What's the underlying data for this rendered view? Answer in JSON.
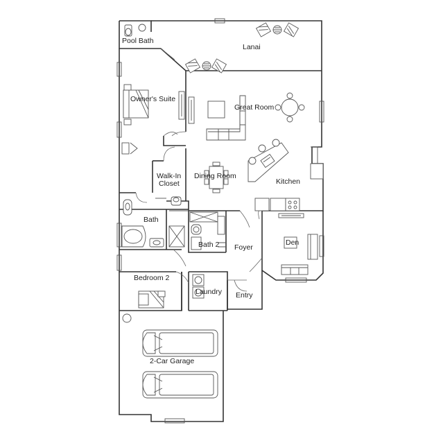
{
  "floorplan": {
    "rooms": {
      "pool_bath": "Pool Bath",
      "lanai": "Lanai",
      "owners_suite": "Owner's Suite",
      "great_room": "Great Room",
      "walk_in_closet_line1": "Walk-In",
      "walk_in_closet_line2": "Closet",
      "dining_room": "Dining Room",
      "kitchen": "Kitchen",
      "bath": "Bath",
      "bath_2": "Bath 2",
      "foyer": "Foyer",
      "den": "Den",
      "bedroom_2": "Bedroom 2",
      "laundry": "Laundry",
      "entry": "Entry",
      "garage": "2-Car Garage"
    },
    "colors": {
      "wall": "#333333",
      "fixture": "#555555",
      "background": "#ffffff"
    }
  }
}
